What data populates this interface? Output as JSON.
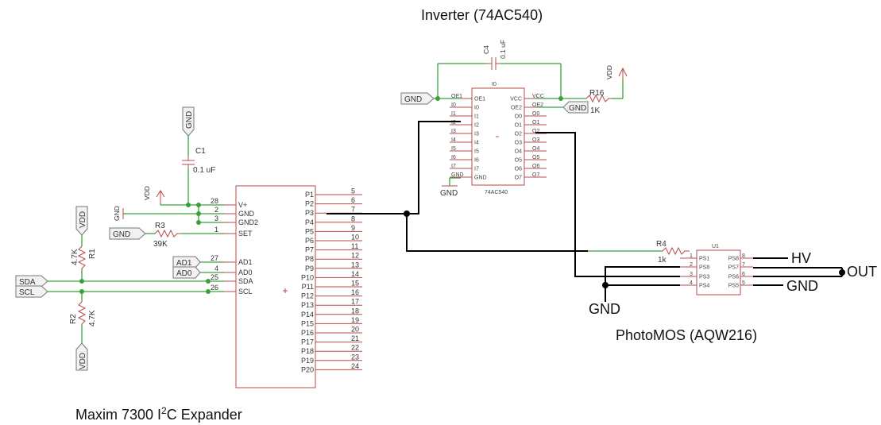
{
  "titles": {
    "inverter": "Inverter (74AC540)",
    "expander_pre": "Maxim 7300 I",
    "expander_sup": "2",
    "expander_post": "C Expander",
    "photomos": "PhotoMOS (AQW216)"
  },
  "net_labels": {
    "gnd": "GND",
    "vdd": "VDD",
    "sda": "SDA",
    "scl": "SCL",
    "ad1": "AD1",
    "ad0": "AD0",
    "hv": "HV",
    "out": "OUT"
  },
  "parts": {
    "c1": {
      "name": "C1",
      "value": "0.1 uF"
    },
    "c4": {
      "name": "C4",
      "value": "0.1 uF"
    },
    "r1": {
      "name": "R1",
      "value": "4.7K"
    },
    "r2": {
      "name": "R2",
      "value": "4.7K"
    },
    "r3": {
      "name": "R3",
      "value": "39K"
    },
    "r4": {
      "name": "R4",
      "value": "1k"
    },
    "r16": {
      "name": "R16",
      "value": "1K"
    },
    "ic_inv": {
      "name": "I0",
      "value": "74AC540"
    },
    "ic_mos": {
      "name": "U1"
    }
  },
  "max7300": {
    "left_pins": [
      {
        "num": "28",
        "name": "V+"
      },
      {
        "num": "2",
        "name": "GND"
      },
      {
        "num": "3",
        "name": "GND2"
      },
      {
        "num": "1",
        "name": "SET"
      },
      {
        "num": "27",
        "name": "AD1"
      },
      {
        "num": "4",
        "name": "AD0"
      },
      {
        "num": "25",
        "name": "SDA"
      },
      {
        "num": "26",
        "name": "SCL"
      }
    ],
    "right_pins": [
      {
        "num": "5",
        "name": "P1"
      },
      {
        "num": "6",
        "name": "P2"
      },
      {
        "num": "7",
        "name": "P3"
      },
      {
        "num": "8",
        "name": "P4"
      },
      {
        "num": "9",
        "name": "P5"
      },
      {
        "num": "10",
        "name": "P6"
      },
      {
        "num": "11",
        "name": "P7"
      },
      {
        "num": "12",
        "name": "P8"
      },
      {
        "num": "13",
        "name": "P9"
      },
      {
        "num": "14",
        "name": "P10"
      },
      {
        "num": "15",
        "name": "P11"
      },
      {
        "num": "16",
        "name": "P12"
      },
      {
        "num": "17",
        "name": "P13"
      },
      {
        "num": "18",
        "name": "P14"
      },
      {
        "num": "19",
        "name": "P15"
      },
      {
        "num": "20",
        "name": "P16"
      },
      {
        "num": "21",
        "name": "P17"
      },
      {
        "num": "22",
        "name": "P18"
      },
      {
        "num": "23",
        "name": "P19"
      },
      {
        "num": "24",
        "name": "P20"
      }
    ]
  },
  "ac540": {
    "left_pins": [
      "OE1",
      "I0",
      "I1",
      "I2",
      "I3",
      "I4",
      "I5",
      "I6",
      "I7",
      "GND"
    ],
    "right_pins": [
      "VCC",
      "OE2",
      "O0",
      "O1",
      "O2",
      "O3",
      "O4",
      "O5",
      "O6",
      "O7"
    ]
  },
  "aqw216": {
    "left_pins": [
      {
        "num": "1",
        "name": "PS1"
      },
      {
        "num": "2",
        "name": "PS8"
      },
      {
        "num": "3",
        "name": "PS3"
      },
      {
        "num": "4",
        "name": "PS4"
      }
    ],
    "right_pins": [
      {
        "num": "8",
        "name": "PS8"
      },
      {
        "num": "7",
        "name": "PS7"
      },
      {
        "num": "6",
        "name": "PS6"
      },
      {
        "num": "5",
        "name": "PS5"
      }
    ]
  },
  "colors": {
    "wire": "#3aa03a",
    "part": "#b84a4a",
    "bus": "#000000"
  }
}
